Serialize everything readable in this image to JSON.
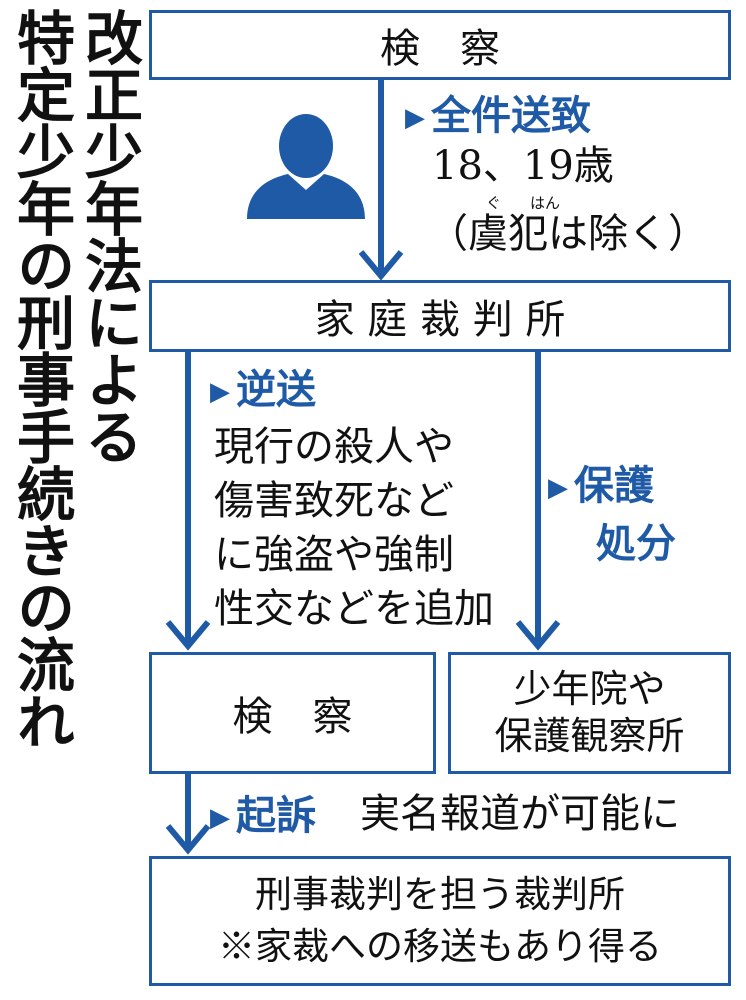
{
  "title": {
    "col1": "改正少年法による",
    "col2": "特定少年の刑事手続きの流れ"
  },
  "boxes": {
    "prosecutor_top": "検　察",
    "family_court": "家 庭 裁 判 所",
    "prosecutor_mid": "検　察",
    "juvenile_facility": [
      "少年院や",
      "保護観察所"
    ],
    "criminal_court": [
      "刑事裁判を担う裁判所",
      "※家裁への移送もあり得る"
    ]
  },
  "labels": {
    "all_cases": "全件送致",
    "age": "18、19歳",
    "ruby_gu": "ぐ",
    "ruby_han": "はん",
    "exclusion": "（虞犯は除く）",
    "reverse_transfer": "逆送",
    "reverse_transfer_note": [
      "現行の殺人や",
      "傷害致死など",
      "に強盗や強制",
      "性交などを追加"
    ],
    "protective_disposition": [
      "保護",
      "処分"
    ],
    "indictment": "起訴",
    "real_name": "実名報道が可能に"
  },
  "icons": {
    "person": "person-silhouette-icon",
    "triangle": "triangle-right-icon"
  },
  "colors": {
    "accent": "#1f5aa6",
    "text": "#111111",
    "background": "#ffffff"
  }
}
